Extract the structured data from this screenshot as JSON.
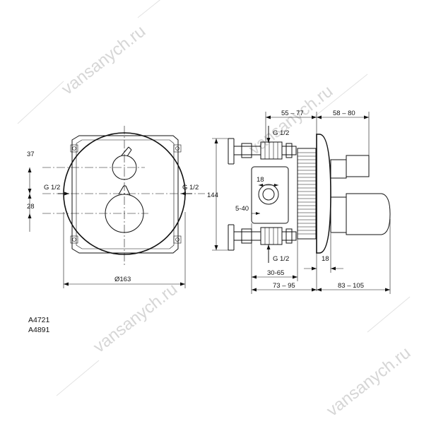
{
  "watermark": {
    "text": "vansanych.ru",
    "color": "#d6d6d6"
  },
  "front_view": {
    "dim_37": "37",
    "dim_28": "28",
    "g_left": "G 1/2",
    "g_right": "G 1/2",
    "diameter": "Ø163"
  },
  "side_view": {
    "dim_144": "144",
    "dim_55_77": "55 – 77",
    "dim_58_80": "58 – 80",
    "g_top": "G 1/2",
    "g_bottom": "G 1/2",
    "dim_18_inner": "18",
    "dim_5_40": "5-40",
    "dim_30_65": "30-65",
    "dim_18_bottom": "18",
    "dim_73_95": "73 – 95",
    "dim_83_105": "83 – 105"
  },
  "codes": [
    "A4721",
    "A4891"
  ]
}
